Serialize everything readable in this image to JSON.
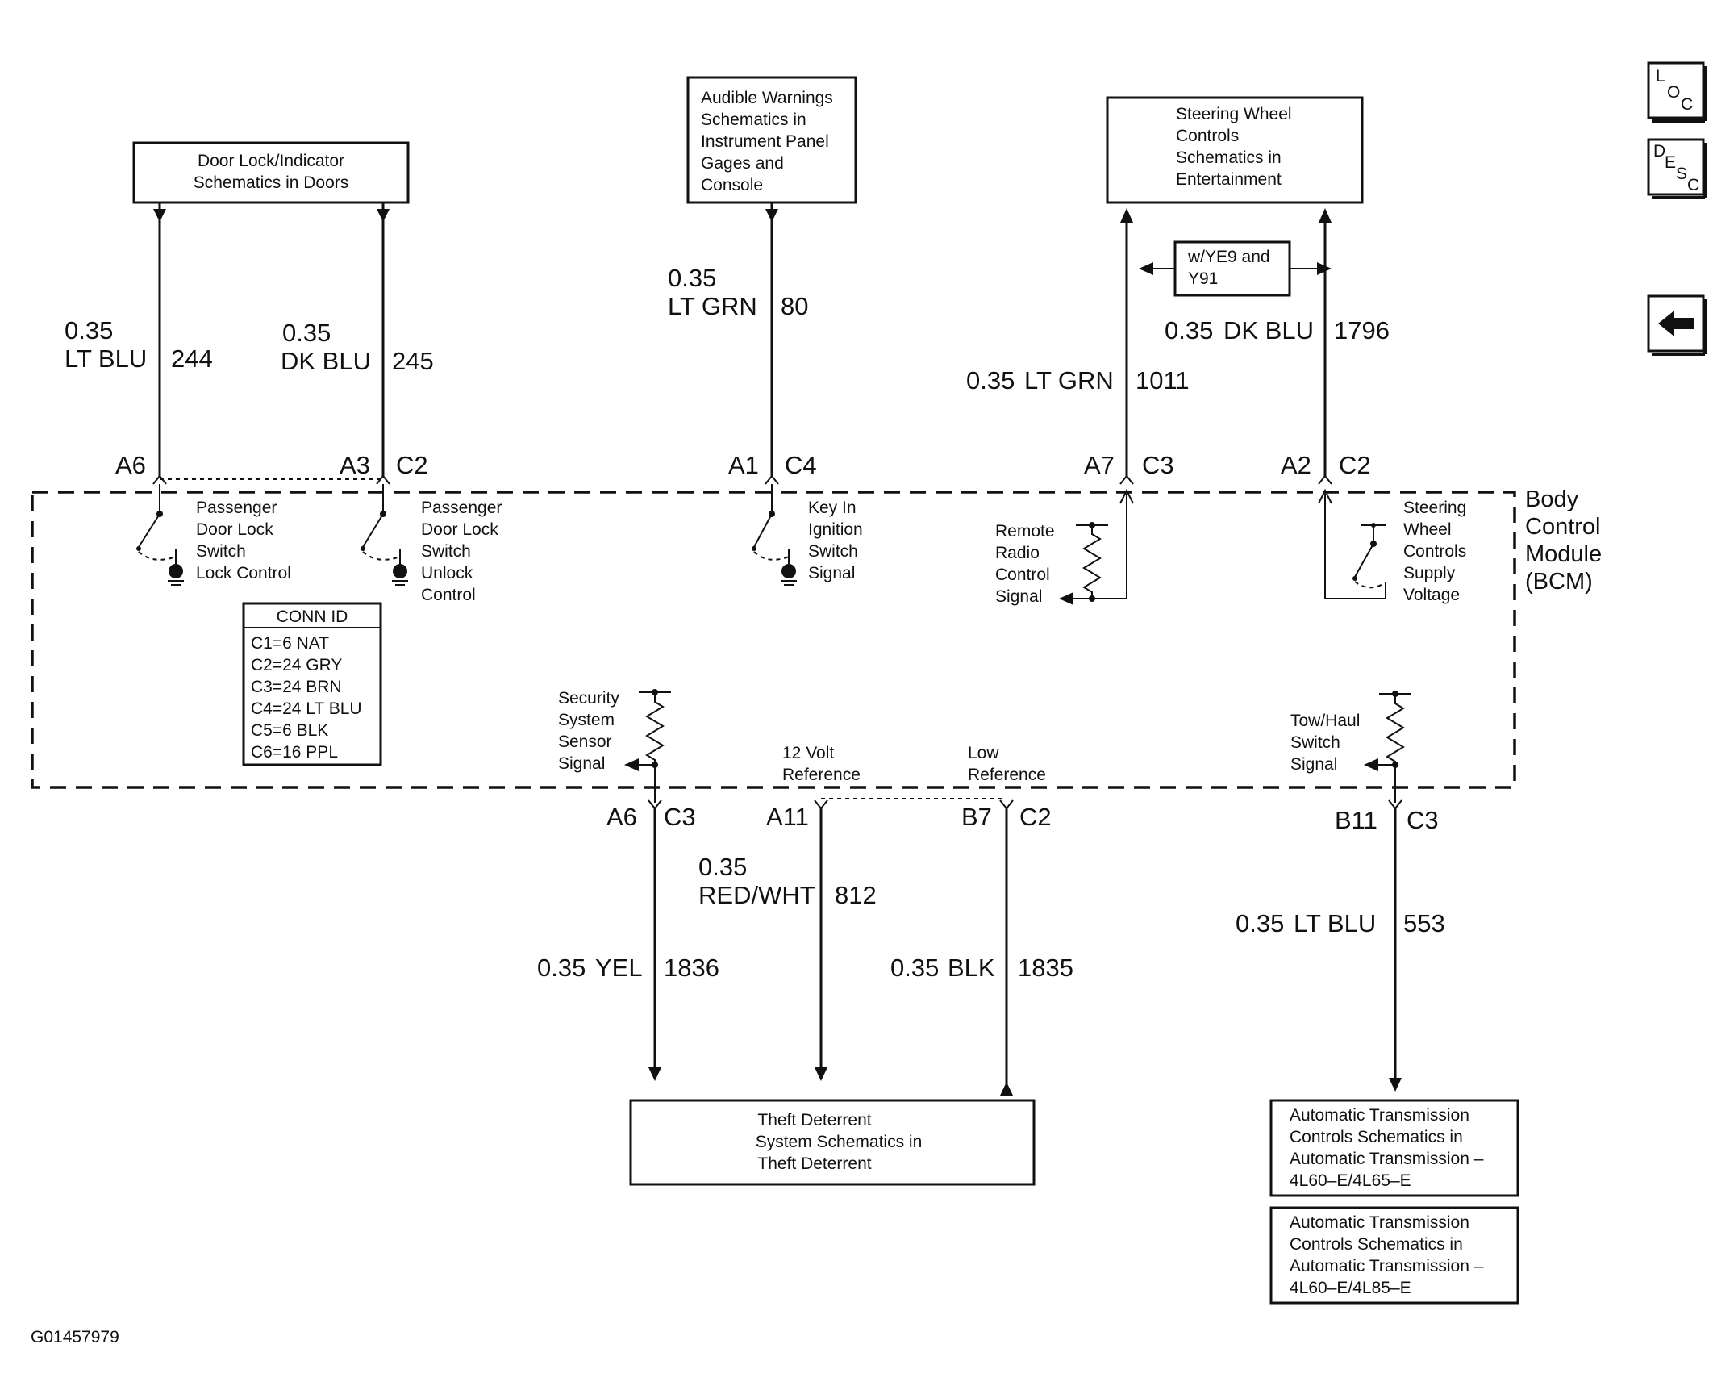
{
  "boxes": {
    "door_lock": [
      "Door Lock/Indicator",
      "Schematics in Doors"
    ],
    "audible": [
      "Audible Warnings",
      "Schematics in",
      "Instrument Panel",
      "Gages and",
      "Console"
    ],
    "steering": [
      "Steering Wheel",
      "Controls",
      "Schematics in",
      "Entertainment"
    ],
    "theft": [
      "Theft Deterrent",
      "System Schematics in",
      "Theft Deterrent"
    ],
    "trans1": [
      "Automatic Transmission",
      "Controls Schematics in",
      "Automatic Transmission –",
      "4L60–E/4L65–E"
    ],
    "trans2": [
      "Automatic Transmission",
      "Controls Schematics in",
      "Automatic Transmission –",
      "4L60–E/4L85–E"
    ],
    "option": [
      "w/YE9 and",
      "Y91"
    ]
  },
  "wires": [
    {
      "gauge": "0.35",
      "color": "LT BLU",
      "circuit": "244",
      "pin": "A6",
      "conn": ""
    },
    {
      "gauge": "0.35",
      "color": "DK BLU",
      "circuit": "245",
      "pin": "A3",
      "conn": "C2"
    },
    {
      "gauge": "0.35",
      "color": "LT GRN",
      "circuit": "80",
      "pin": "A1",
      "conn": "C4"
    },
    {
      "gauge": "0.35",
      "color": "LT GRN",
      "circuit": "1011",
      "pin": "A7",
      "conn": "C3"
    },
    {
      "gauge": "0.35",
      "color": "DK BLU",
      "circuit": "1796",
      "pin": "A2",
      "conn": "C2"
    },
    {
      "gauge": "0.35",
      "color": "YEL",
      "circuit": "1836",
      "pin": "A6",
      "conn": "C3"
    },
    {
      "gauge": "0.35",
      "color": "RED/WHT",
      "circuit": "812",
      "pin": "A11",
      "conn": ""
    },
    {
      "gauge": "0.35",
      "color": "BLK",
      "circuit": "1835",
      "pin": "B7",
      "conn": "C2"
    },
    {
      "gauge": "0.35",
      "color": "LT BLU",
      "circuit": "553",
      "pin": "B11",
      "conn": "C3"
    }
  ],
  "components": {
    "pass_lock": [
      "Passenger",
      "Door Lock",
      "Switch",
      "Lock Control"
    ],
    "pass_unlock": [
      "Passenger",
      "Door Lock",
      "Switch",
      "Unlock",
      "Control"
    ],
    "key_in": [
      "Key In",
      "Ignition",
      "Switch",
      "Signal"
    ],
    "remote_radio": [
      "Remote",
      "Radio",
      "Control",
      "Signal"
    ],
    "steering_supply": [
      "Steering",
      "Wheel",
      "Controls",
      "Supply",
      "Voltage"
    ],
    "security": [
      "Security",
      "System",
      "Sensor",
      "Signal"
    ],
    "twelve_volt": [
      "12 Volt",
      "Reference"
    ],
    "low_ref": [
      "Low",
      "Reference"
    ],
    "tow_haul": [
      "Tow/Haul",
      "Switch",
      "Signal"
    ]
  },
  "bcm_label": [
    "Body",
    "Control",
    "Module",
    "(BCM)"
  ],
  "conn_id": {
    "title": "CONN ID",
    "rows": [
      "C1=6 NAT",
      "C2=24 GRY",
      "C3=24 BRN",
      "C4=24 LT BLU",
      "C5=6 BLK",
      "C6=16 PPL"
    ]
  },
  "nav": {
    "loc": [
      "L",
      "O",
      "C"
    ],
    "desc": [
      "D",
      "E",
      "S",
      "C"
    ],
    "back_icon": "left-arrow-icon"
  },
  "figure_id": "G01457979"
}
